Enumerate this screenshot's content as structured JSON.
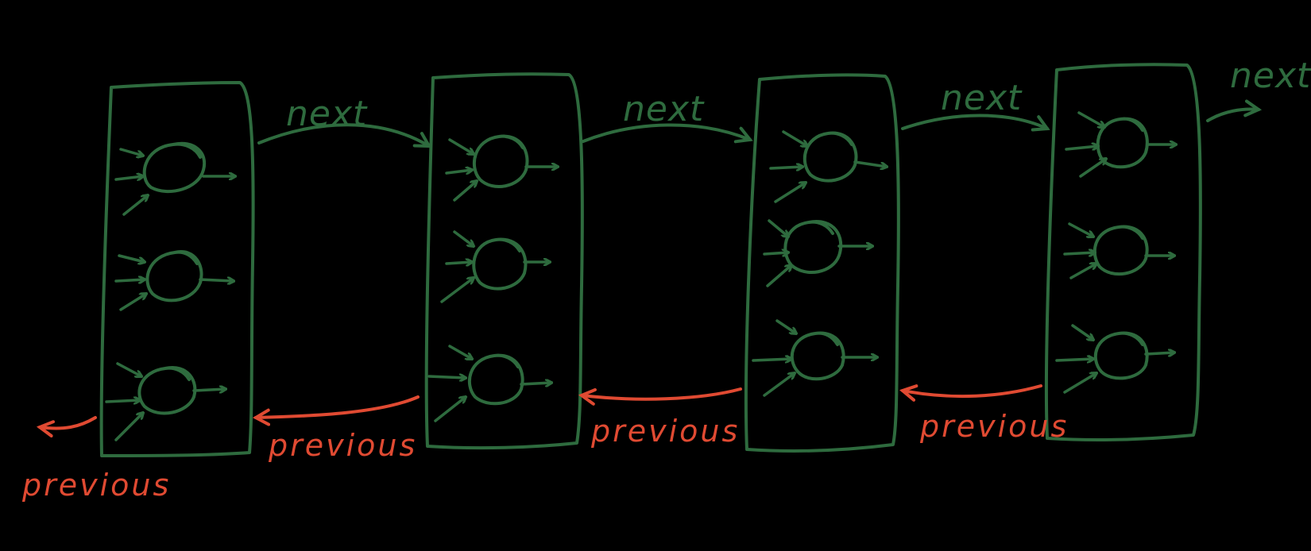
{
  "colors": {
    "background": "#000000",
    "layer": "#2e6b3e",
    "previous": "#e04a32"
  },
  "labels": {
    "next": "next",
    "previous": "previous"
  },
  "layers": [
    {
      "neurons": 3
    },
    {
      "neurons": 3
    },
    {
      "neurons": 3
    },
    {
      "neurons": 3
    }
  ]
}
